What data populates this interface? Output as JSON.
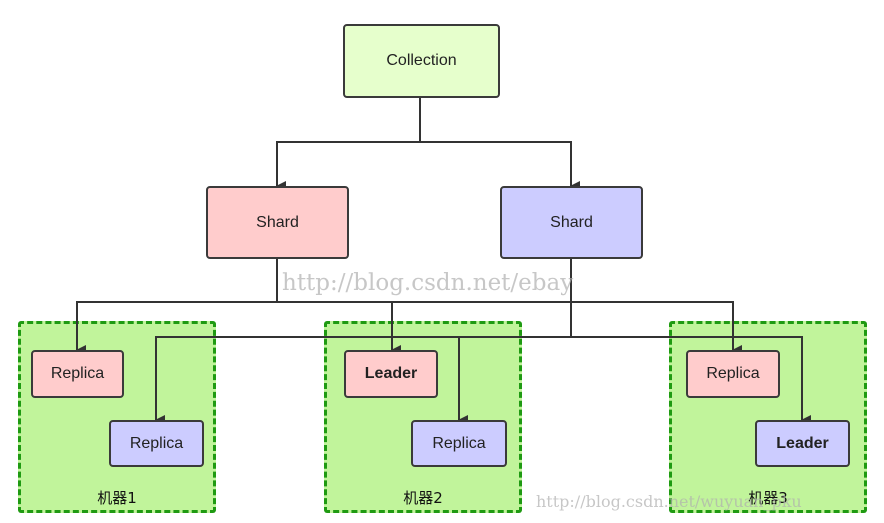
{
  "nodes": {
    "collection": "Collection",
    "shard_red": "Shard",
    "shard_blue": "Shard",
    "m1_replica_red": "Replica",
    "m1_replica_blue": "Replica",
    "m2_leader_red": "Leader",
    "m2_replica_blue": "Replica",
    "m3_replica_red": "Replica",
    "m3_leader_blue": "Leader"
  },
  "machines": [
    "机器1",
    "机器2",
    "机器3"
  ],
  "watermarks": {
    "center": "http://blog.csdn.net/ebay",
    "bottom": "http://blog.csdn.net/wuyuan_pku"
  },
  "colors": {
    "collection": "#e6ffcc",
    "shard_red": "#ffcccc",
    "shard_blue": "#ccccff",
    "machine_fill": "#c1f49b",
    "machine_border": "#1f9a12"
  }
}
